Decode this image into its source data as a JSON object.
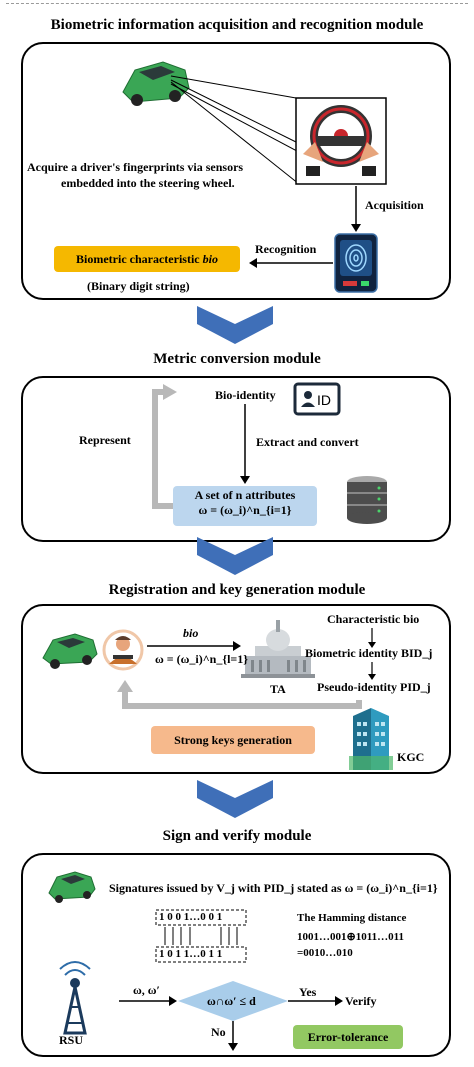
{
  "sections": {
    "biometric": {
      "title": "Biometric information acquisition and recognition module",
      "acquire_text_line1": "Acquire a driver's fingerprints via sensors",
      "acquire_text_line2": "embedded into the steering wheel.",
      "acquisition_label": "Acquisition",
      "recognition_label": "Recognition",
      "bio_box_label": "Biometric characteristic",
      "bio_box_var": "bio",
      "binary_note": "(Binary digit string)"
    },
    "metric": {
      "title": "Metric conversion module",
      "bio_identity": "Bio-identity",
      "id_icon_text": "ID",
      "extract_label": "Extract and convert",
      "represent_label": "Represent",
      "attributes_line1": "A set of n attributes",
      "attributes_line2": "ω = (ω_i)^n_{i=1}"
    },
    "registration": {
      "title": "Registration and key generation module",
      "arrow_top_label": "bio",
      "arrow_bottom_label": "ω = (ω_i)^n_{l=1}",
      "ta_label": "TA",
      "characteristic": "Characteristic bio",
      "biometric_identity": "Biometric identity BID_j",
      "pseudo_identity": "Pseudo-identity PID_j",
      "kgc_label": "KGC",
      "strong_keys": "Strong keys generation"
    },
    "sign": {
      "title": "Sign and verify module",
      "signature_text": "Signatures issued by V_j with PID_j stated as ω = (ω_i)^n_{i=1}",
      "binary_top": "1 0 0 1…0 0 1",
      "binary_bottom": "1 0 1 1…0 1 1",
      "hamming_title": "The Hamming distance",
      "hamming_line1": "1001…001⊕1011…011",
      "hamming_line2": "=0010…010",
      "rsu_label": "RSU",
      "input_label": "ω, ω′",
      "decision": "ω∩ω′ ≤ d",
      "yes_label": "Yes",
      "no_label": "No",
      "verify_label": "Verify",
      "error_tolerance": "Error-tolerance"
    }
  },
  "colors": {
    "bio_box": "#f5b800",
    "attr_box": "#bcd6ee",
    "keys_box": "#f6b98c",
    "error_box": "#92c862",
    "diamond": "#a9cdea",
    "chevron": "#3f6fb8",
    "grey_arrow": "#b8b8b8",
    "car": "#3aa655"
  },
  "icons": [
    "car-icon",
    "steering-wheel-icon",
    "fingerprint-scanner-icon",
    "id-card-icon",
    "database-icon",
    "driver-icon",
    "capitol-building-icon",
    "building-icon",
    "rsu-tower-icon",
    "chevron-down-icon"
  ]
}
